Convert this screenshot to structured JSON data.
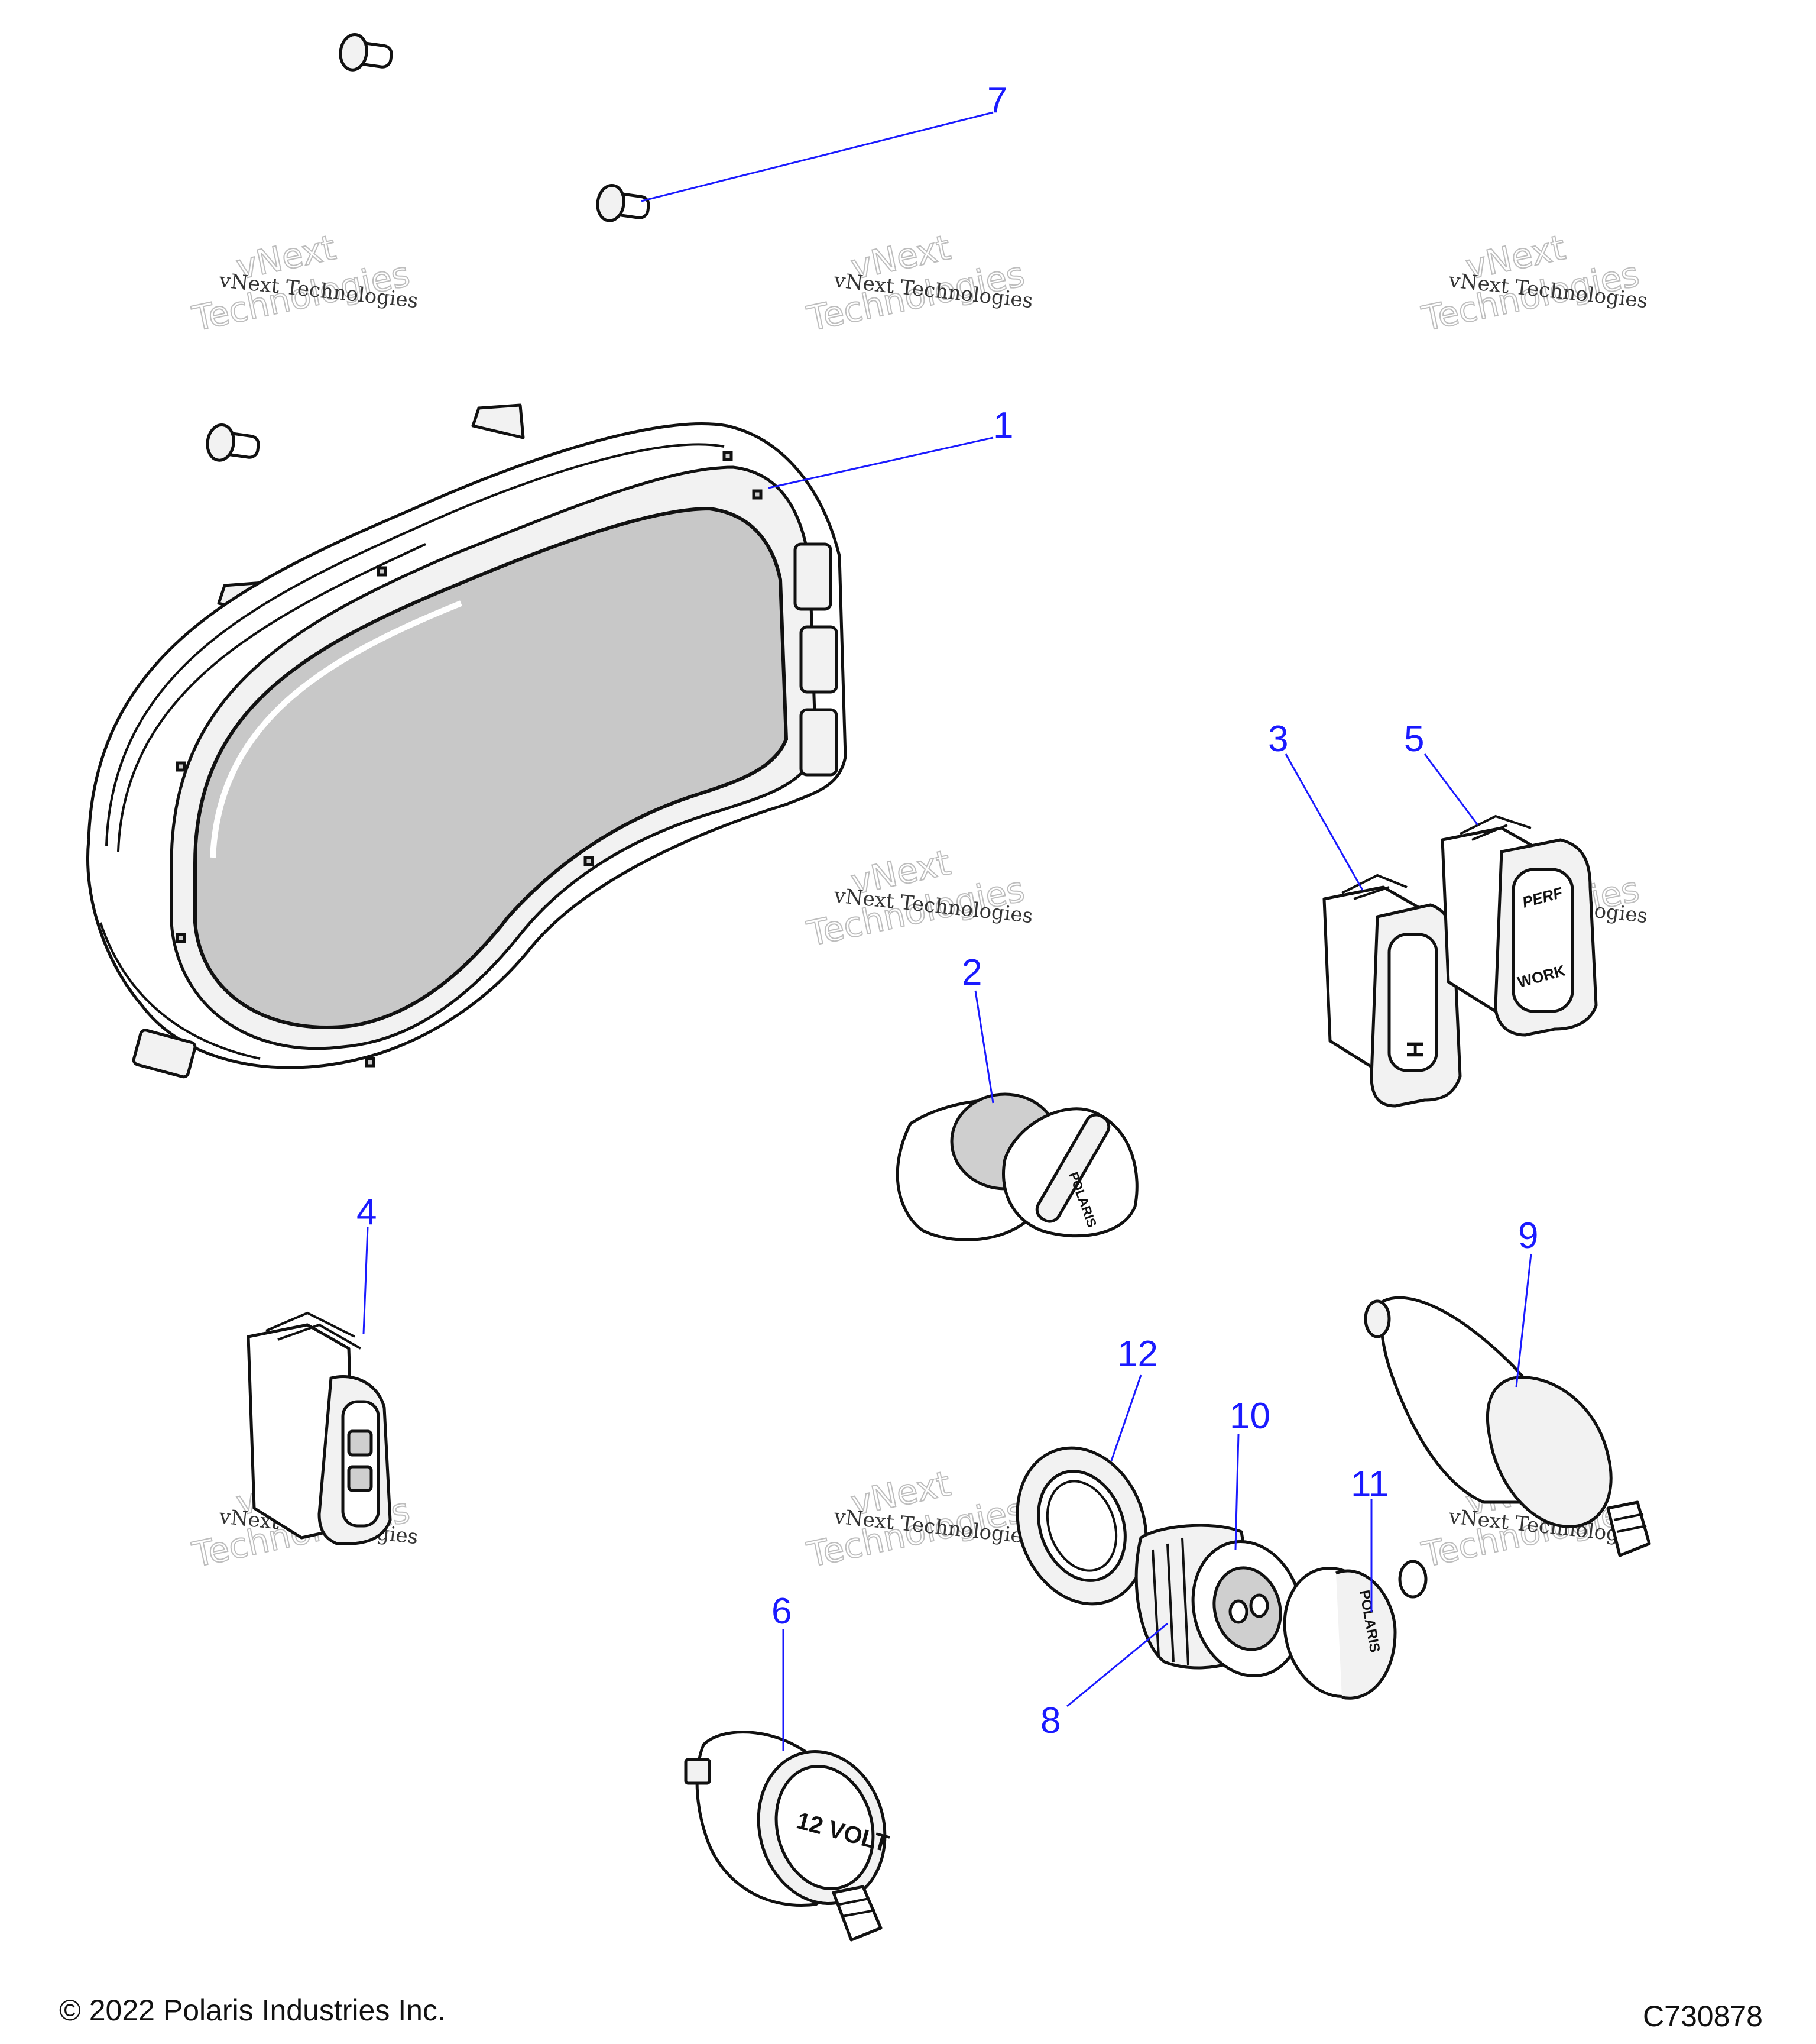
{
  "callouts": [
    {
      "id": "1",
      "text": "1"
    },
    {
      "id": "2",
      "text": "2"
    },
    {
      "id": "3",
      "text": "3"
    },
    {
      "id": "4",
      "text": "4"
    },
    {
      "id": "5",
      "text": "5"
    },
    {
      "id": "6",
      "text": "6"
    },
    {
      "id": "7",
      "text": "7"
    },
    {
      "id": "8",
      "text": "8"
    },
    {
      "id": "9",
      "text": "9"
    },
    {
      "id": "10",
      "text": "10"
    },
    {
      "id": "11",
      "text": "11"
    },
    {
      "id": "12",
      "text": "12"
    }
  ],
  "watermark": {
    "small": "vNext Technologies",
    "big_top": "vNext",
    "big_bottom": "Technologies"
  },
  "part_labels": {
    "switch_3_lo": "H",
    "switch_5_top": "PERF",
    "switch_5_bottom": "WORK",
    "outlet_6_label": "12 VOLT",
    "cap_11_brand": "POLARIS",
    "key_2_brand": "POLARIS"
  },
  "footer": {
    "copyright": "© 2022 Polaris Industries Inc.",
    "drawing_code": "C730878"
  },
  "colors": {
    "callout": "#1a1aff",
    "line_art": "#111111",
    "display_lens": "#c8c8c8"
  }
}
